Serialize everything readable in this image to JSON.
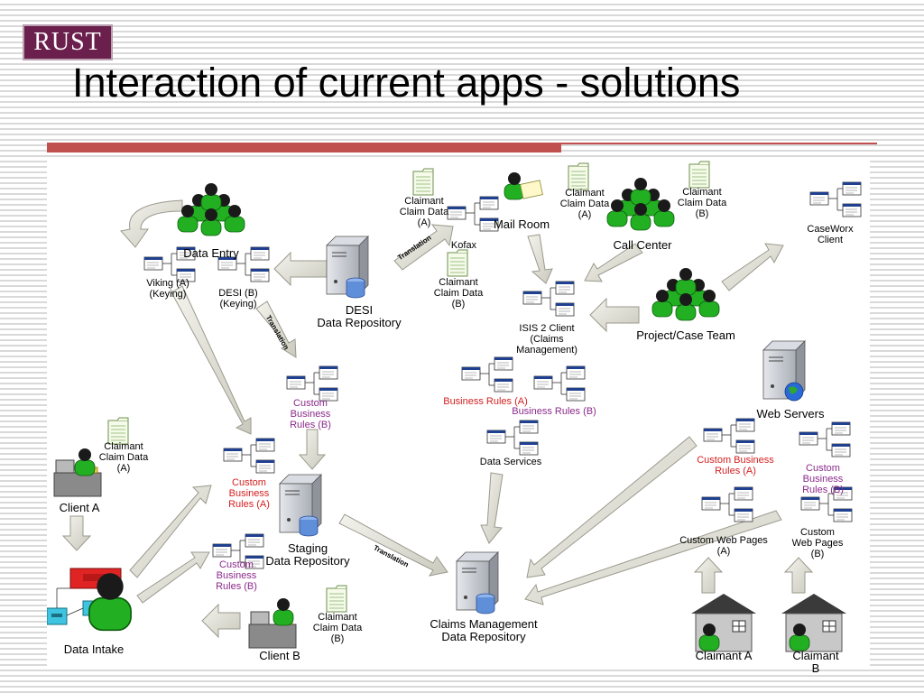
{
  "slide": {
    "logo_text": "RUST",
    "title": "Interaction of current apps - solutions"
  },
  "colors": {
    "accent_red": "#c0504d",
    "logo_bg": "#6b1f4d",
    "people_green": "#22b022",
    "business_rules_red": "#d42020",
    "custom_rules_purple": "#8b2a8b"
  },
  "labels": {
    "data_entry": "Data Entry",
    "viking": "Viking (A)\n(Keying)",
    "desi_b": "DESI (B)\n(Keying)",
    "desi_repo": "DESI\nData Repository",
    "claimant_a_1": "Claimant\nClaim Data\n(A)",
    "kofax": "Kofax",
    "claimant_b_1": "Claimant\nClaim Data\n(B)",
    "mail_room": "Mail Room",
    "claimant_a_2": "Claimant\nClaim Data\n(A)",
    "claimant_b_2": "Claimant\nClaim Data\n(B)",
    "call_center": "Call Center",
    "caseworx": "CaseWorx\nClient",
    "isis": "ISIS 2 Client\n(Claims\nManagement)",
    "project_team": "Project/Case Team",
    "custom_rules_b_top": "Custom\nBusiness\nRules (B)",
    "business_rules_a": "Business Rules (A)",
    "business_rules_b": "Business Rules (B)",
    "data_services": "Data Services",
    "web_servers": "Web Servers",
    "claimant_a_3": "Claimant\nClaim Data\n(A)",
    "client_a": "Client A",
    "custom_rules_a_mid": "Custom\nBusiness\nRules (A)",
    "staging_repo": "Staging\nData Repository",
    "custom_rules_a_right": "Custom Business\nRules (A)",
    "custom_rules_b_right": "Custom Business\nRules (B)",
    "custom_web_a": "Custom Web Pages\n(A)",
    "custom_web_b": "Custom Web Pages\n(B)",
    "custom_rules_b_low": "Custom\nBusiness\nRules (B)",
    "data_intake": "Data Intake",
    "claimant_b_3": "Claimant\nClaim Data\n(B)",
    "client_b": "Client B",
    "claims_repo": "Claims Management\nData Repository",
    "claimant_a_house": "Claimant A",
    "claimant_b_house": "Claimant B"
  },
  "translations": [
    "Translation",
    "Translation",
    "Translation"
  ]
}
